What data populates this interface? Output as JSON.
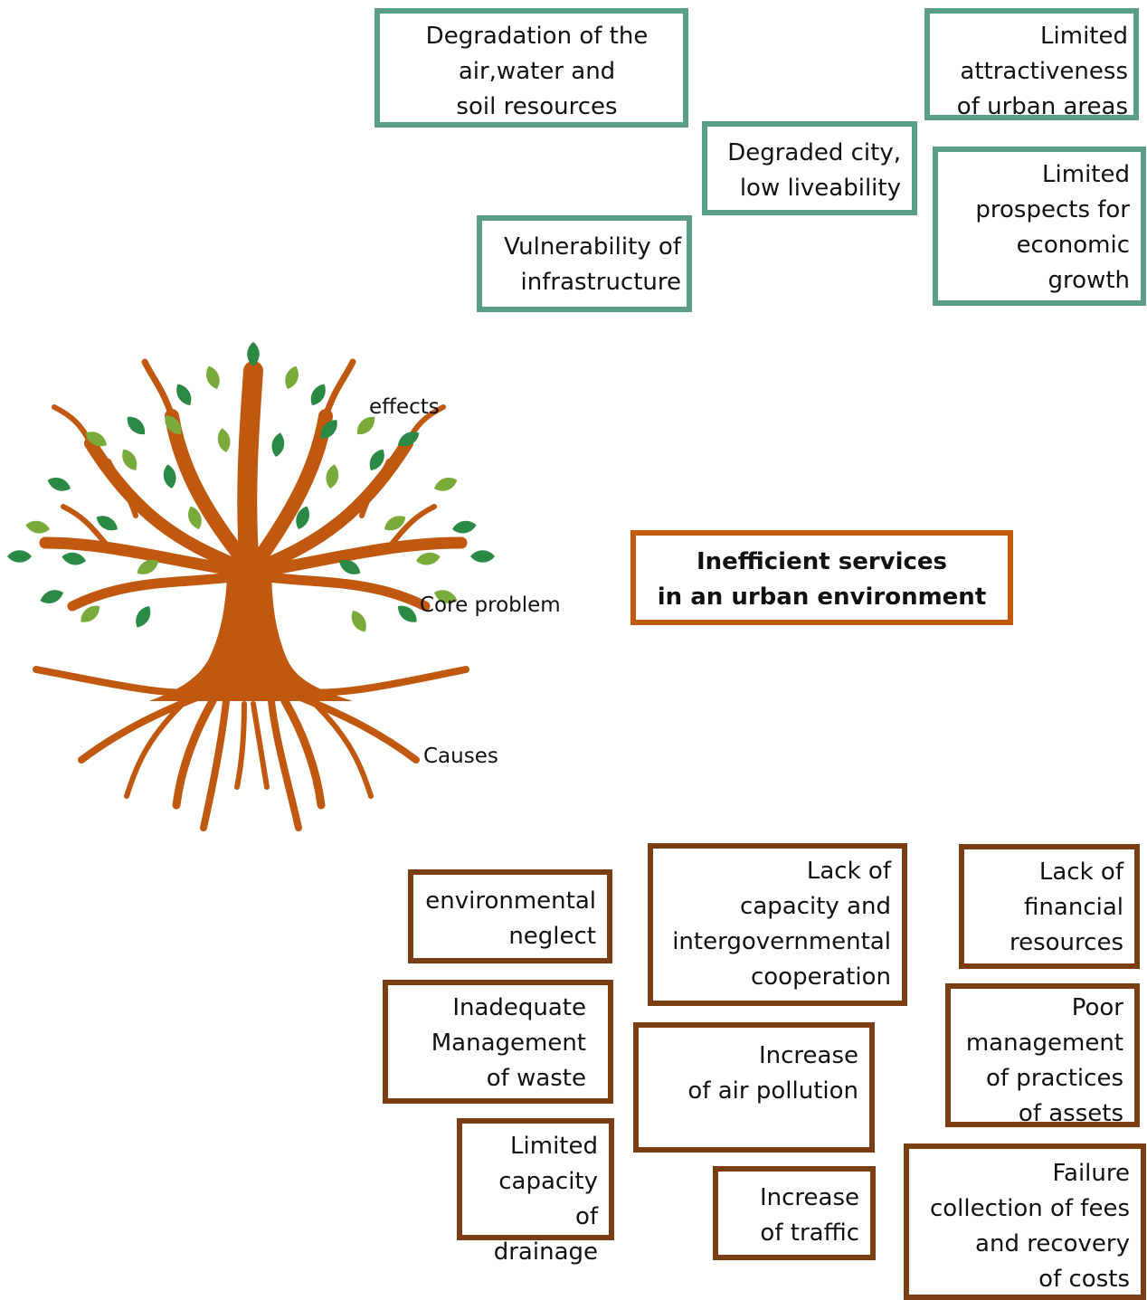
{
  "effects": [
    {
      "id": "degradation",
      "text": "Degradation of the\nair,water and\nsoil resources"
    },
    {
      "id": "limited-attractiveness",
      "text": "Limited\nattractiveness\nof urban areas"
    },
    {
      "id": "degraded-city",
      "text": "Degraded city,\nlow liveability"
    },
    {
      "id": "limited-prospects",
      "text": "Limited\nprospects for\neconomic\ngrowth"
    },
    {
      "id": "vulnerability",
      "text": "Vulnerability of\ninfrastructure"
    }
  ],
  "tree_labels": {
    "effects": "effects",
    "core": "Core problem",
    "causes": "Causes"
  },
  "core_problem": "Inefficient services\nin an urban environment",
  "causes": [
    {
      "id": "environmental-neglect",
      "text": "environmental\nneglect"
    },
    {
      "id": "lack-capacity",
      "text": "Lack of\ncapacity and\nintergovernmental\ncooperation"
    },
    {
      "id": "lack-financial",
      "text": "Lack of\nfinancial\nresources"
    },
    {
      "id": "inadequate-waste",
      "text": "Inadequate\nManagement\nof waste"
    },
    {
      "id": "poor-management",
      "text": "Poor\nmanagement\nof practices\nof assets"
    },
    {
      "id": "air-pollution",
      "text": "Increase\nof air pollution"
    },
    {
      "id": "limited-drainage",
      "text": "Limited\ncapacity of\ndrainage"
    },
    {
      "id": "traffic",
      "text": "Increase\nof traffic"
    },
    {
      "id": "failure-fees",
      "text": "Failure\ncollection of fees\nand recovery\nof costs"
    }
  ],
  "colors": {
    "effect_border": "#5a9e8a",
    "cause_border": "#7a3e12",
    "core_border": "#c55a11",
    "trunk": "#c0580f",
    "leaf_dark": "#2a8a45",
    "leaf_light": "#7aab3a"
  }
}
